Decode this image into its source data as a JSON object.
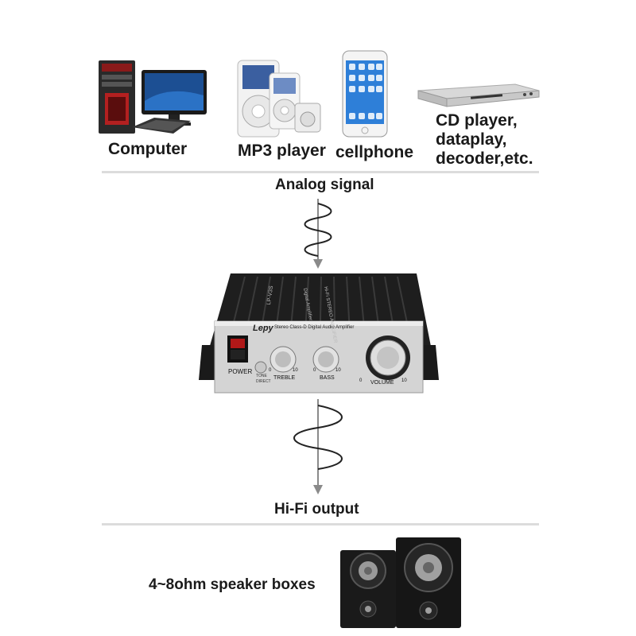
{
  "sources": [
    {
      "label": "Computer"
    },
    {
      "label": "MP3 player"
    },
    {
      "label": "cellphone"
    },
    {
      "label": "CD player,\ndataplay,\ndecoder,etc."
    }
  ],
  "signal_label": "Analog signal",
  "amplifier": {
    "brand": "Lepy",
    "model": "LP-V3S",
    "title": "Stereo Class-D Digital Audio Amplifier",
    "top_text": "Hi-Fi STEREO AMPLIFIER",
    "side_text": "Digital Amplifier",
    "power_label": "POWER",
    "tone_label": "TONE",
    "direct_label": "DIRECT",
    "knob_labels": [
      "TREBLE",
      "BASS",
      "VOLUME"
    ],
    "scale_min": "0",
    "scale_max": "10"
  },
  "output_label": "Hi-Fi output",
  "speaker_label": "4~8ohm speaker boxes"
}
